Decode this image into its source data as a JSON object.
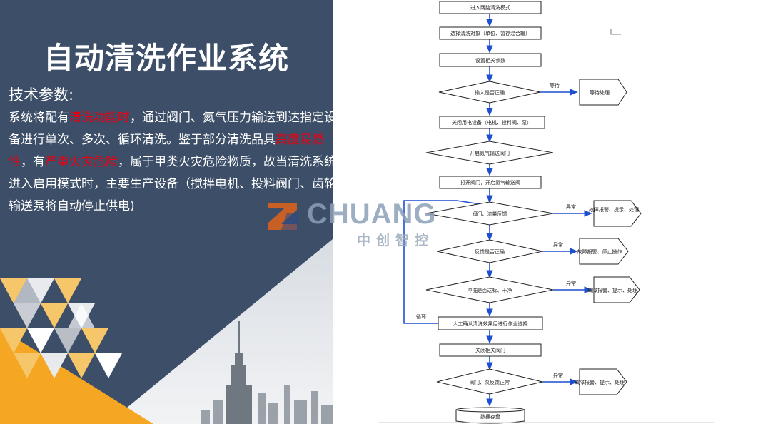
{
  "slide": {
    "title": "自动清洗作业系统",
    "subheading": "技术参数:",
    "description": [
      {
        "text": "系统将配有",
        "highlight": false
      },
      {
        "text": "清洗功能时",
        "highlight": true
      },
      {
        "text": "，通过阀门、氮气压力输送到达指定设备进行单次、多次、循环清洗。鉴于部分清洗品具",
        "highlight": false
      },
      {
        "text": "高度易燃性",
        "highlight": true
      },
      {
        "text": "，有",
        "highlight": false
      },
      {
        "text": "严重火灾危险",
        "highlight": true
      },
      {
        "text": "，属于甲类火灾危险物质，故当清洗系统进入启用模式时，主要生产设备（搅拌电机、投料阀门、齿轮输送泵将自动停止供电)",
        "highlight": false
      }
    ],
    "highlight_color": "#e60012",
    "background_color": "#3d4f68",
    "accent_color": "#f5a623"
  },
  "logo": {
    "brand": "CHUANG",
    "chinese": "中创智控"
  },
  "flowchart": {
    "nodes": [
      {
        "id": "n1",
        "shape": "rect",
        "label": "进入两路清洗模式"
      },
      {
        "id": "n2",
        "shape": "rect",
        "label": "选择清洗对象（单位、暂存混合罐）"
      },
      {
        "id": "n3",
        "shape": "rect",
        "label": "设置相关参数"
      },
      {
        "id": "n4",
        "shape": "diamond",
        "label": "输入是否正确"
      },
      {
        "id": "n4b",
        "shape": "pentagon",
        "label": "等待处理"
      },
      {
        "id": "n5",
        "shape": "rect",
        "label": "关闭用电设备（电机、投料阀、泵）"
      },
      {
        "id": "n6",
        "shape": "diamond",
        "label": "开启氮气输送阀门"
      },
      {
        "id": "n7",
        "shape": "rect",
        "label": "打开阀门，开启氮气输送阀"
      },
      {
        "id": "n8",
        "shape": "diamond",
        "label": "阀门、流量反馈"
      },
      {
        "id": "n8b",
        "shape": "pentagon",
        "label": "故障报警、提示、处理"
      },
      {
        "id": "n9",
        "shape": "diamond",
        "label": "反馈是否正确"
      },
      {
        "id": "n9b",
        "shape": "pentagon",
        "label": "故障报警、停止操作"
      },
      {
        "id": "n10",
        "shape": "diamond",
        "label": "冲洗是否达标、干净"
      },
      {
        "id": "n10b",
        "shape": "pentagon",
        "label": "故障报警、提示、处理"
      },
      {
        "id": "n11",
        "shape": "rect",
        "label": "人工确认清洗效果后进行作业选择"
      },
      {
        "id": "n12",
        "shape": "rect",
        "label": "关闭相关阀门"
      },
      {
        "id": "n13",
        "shape": "diamond",
        "label": "阀门、泵反馈正常"
      },
      {
        "id": "n13b",
        "shape": "pentagon",
        "label": "故障报警、提示、处理"
      },
      {
        "id": "n14",
        "shape": "cylinder",
        "label": "数据存盘"
      }
    ],
    "edge_labels": {
      "wait": "等待",
      "abnormal": "异常",
      "loop": "循环"
    }
  }
}
